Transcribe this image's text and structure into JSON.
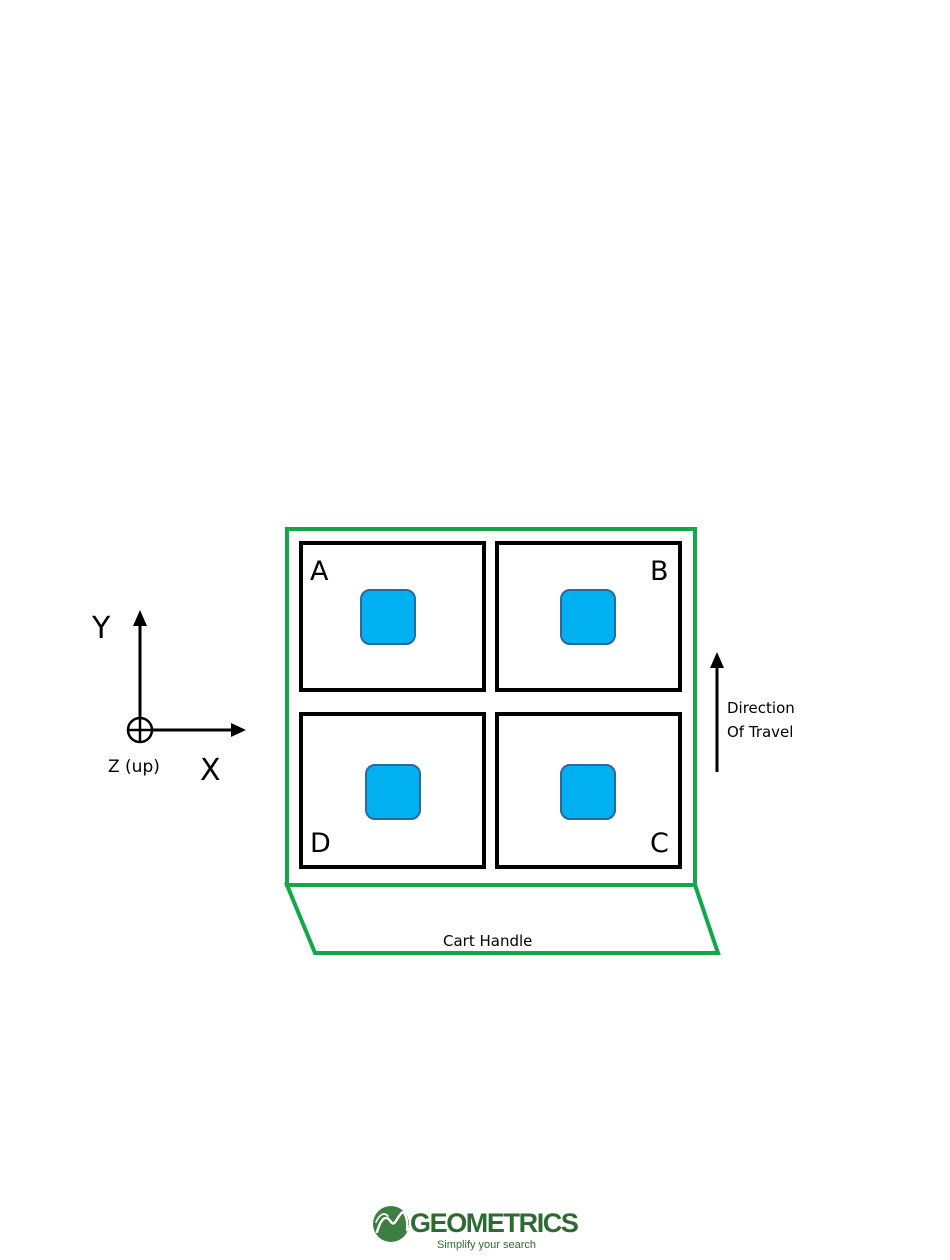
{
  "axes": {
    "y_label": "Y",
    "x_label": "X",
    "z_label": "Z (up)"
  },
  "direction": {
    "line1": "Direction",
    "line2": "Of Travel"
  },
  "cart": {
    "handle_label": "Cart Handle",
    "frame_color": "#12a84a"
  },
  "quadrants": [
    {
      "label": "A",
      "position": "top-left"
    },
    {
      "label": "B",
      "position": "top-right"
    },
    {
      "label": "C",
      "position": "bottom-right"
    },
    {
      "label": "D",
      "position": "bottom-left"
    }
  ],
  "sensor_color": "#00b0f0",
  "logo": {
    "name": "GEOMETRICS",
    "tagline": "Simplify your search",
    "name_color": "#2e6b34",
    "tag_color": "#2e6b34"
  }
}
